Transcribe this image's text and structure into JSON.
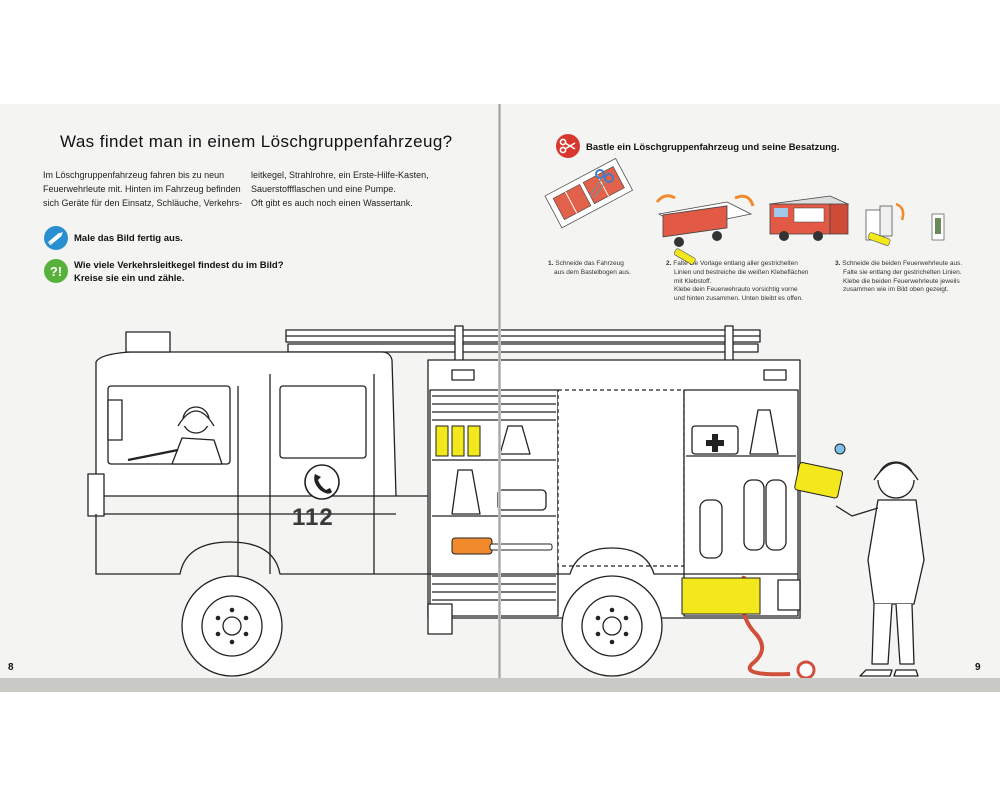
{
  "left_page": {
    "title": "Was findet man in einem Löschgruppenfahrzeug?",
    "intro_col1": [
      "Im Löschgruppenfahrzeug fahren bis zu neun",
      "Feuerwehrleute mit. Hinten im Fahrzeug befinden",
      "sich Geräte für den Einsatz, Schläuche, Verkehrs-"
    ],
    "intro_col2": [
      "leitkegel, Strahlrohre, ein Erste-Hilfe-Kasten,",
      "Sauerstoffflaschen und eine Pumpe.",
      "Oft gibt es auch noch einen Wassertank."
    ],
    "task1": "Male das Bild fertig aus.",
    "task2_line1": "Wie viele Verkehrsleitkegel findest du im Bild?",
    "task2_line2": "Kreise sie ein und zähle.",
    "page_number": "8"
  },
  "right_page": {
    "craft_title": "Bastle ein Löschgruppenfahrzeug und seine Besatzung.",
    "steps": [
      {
        "num": "1.",
        "lines": [
          "Schneide das Fahrzeug",
          "aus dem Bastelbogen aus."
        ]
      },
      {
        "num": "2.",
        "lines": [
          "Falte die Vorlage entlang aller gestrichelten",
          "Linien und bestreiche die weißen Klebeflächen",
          "mit Klebstoff.",
          "Klebe dein Feuerwehrauto vorsichtig vorne",
          "und hinten zusammen. Unten bleibt es offen."
        ]
      },
      {
        "num": "3.",
        "lines": [
          "Schneide die beiden Feuerwehrleute aus.",
          "Falte sie entlang der gestrichelten Linien.",
          "Klebe die beiden Feuerwehrleute jeweils",
          "zusammen wie im Bild oben gezeigt."
        ]
      }
    ],
    "page_number": "9"
  },
  "truck": {
    "number": "112"
  },
  "icons": {
    "pencil": "pencil-icon",
    "question": "question-mark-icon",
    "scissors": "scissors-icon",
    "phone": "phone-icon"
  },
  "colors": {
    "blue_icon": "#2a8fd0",
    "green_icon": "#58b23a",
    "red_icon": "#d7372f",
    "yellow": "#f2e81c",
    "orange": "#f08a2c"
  }
}
